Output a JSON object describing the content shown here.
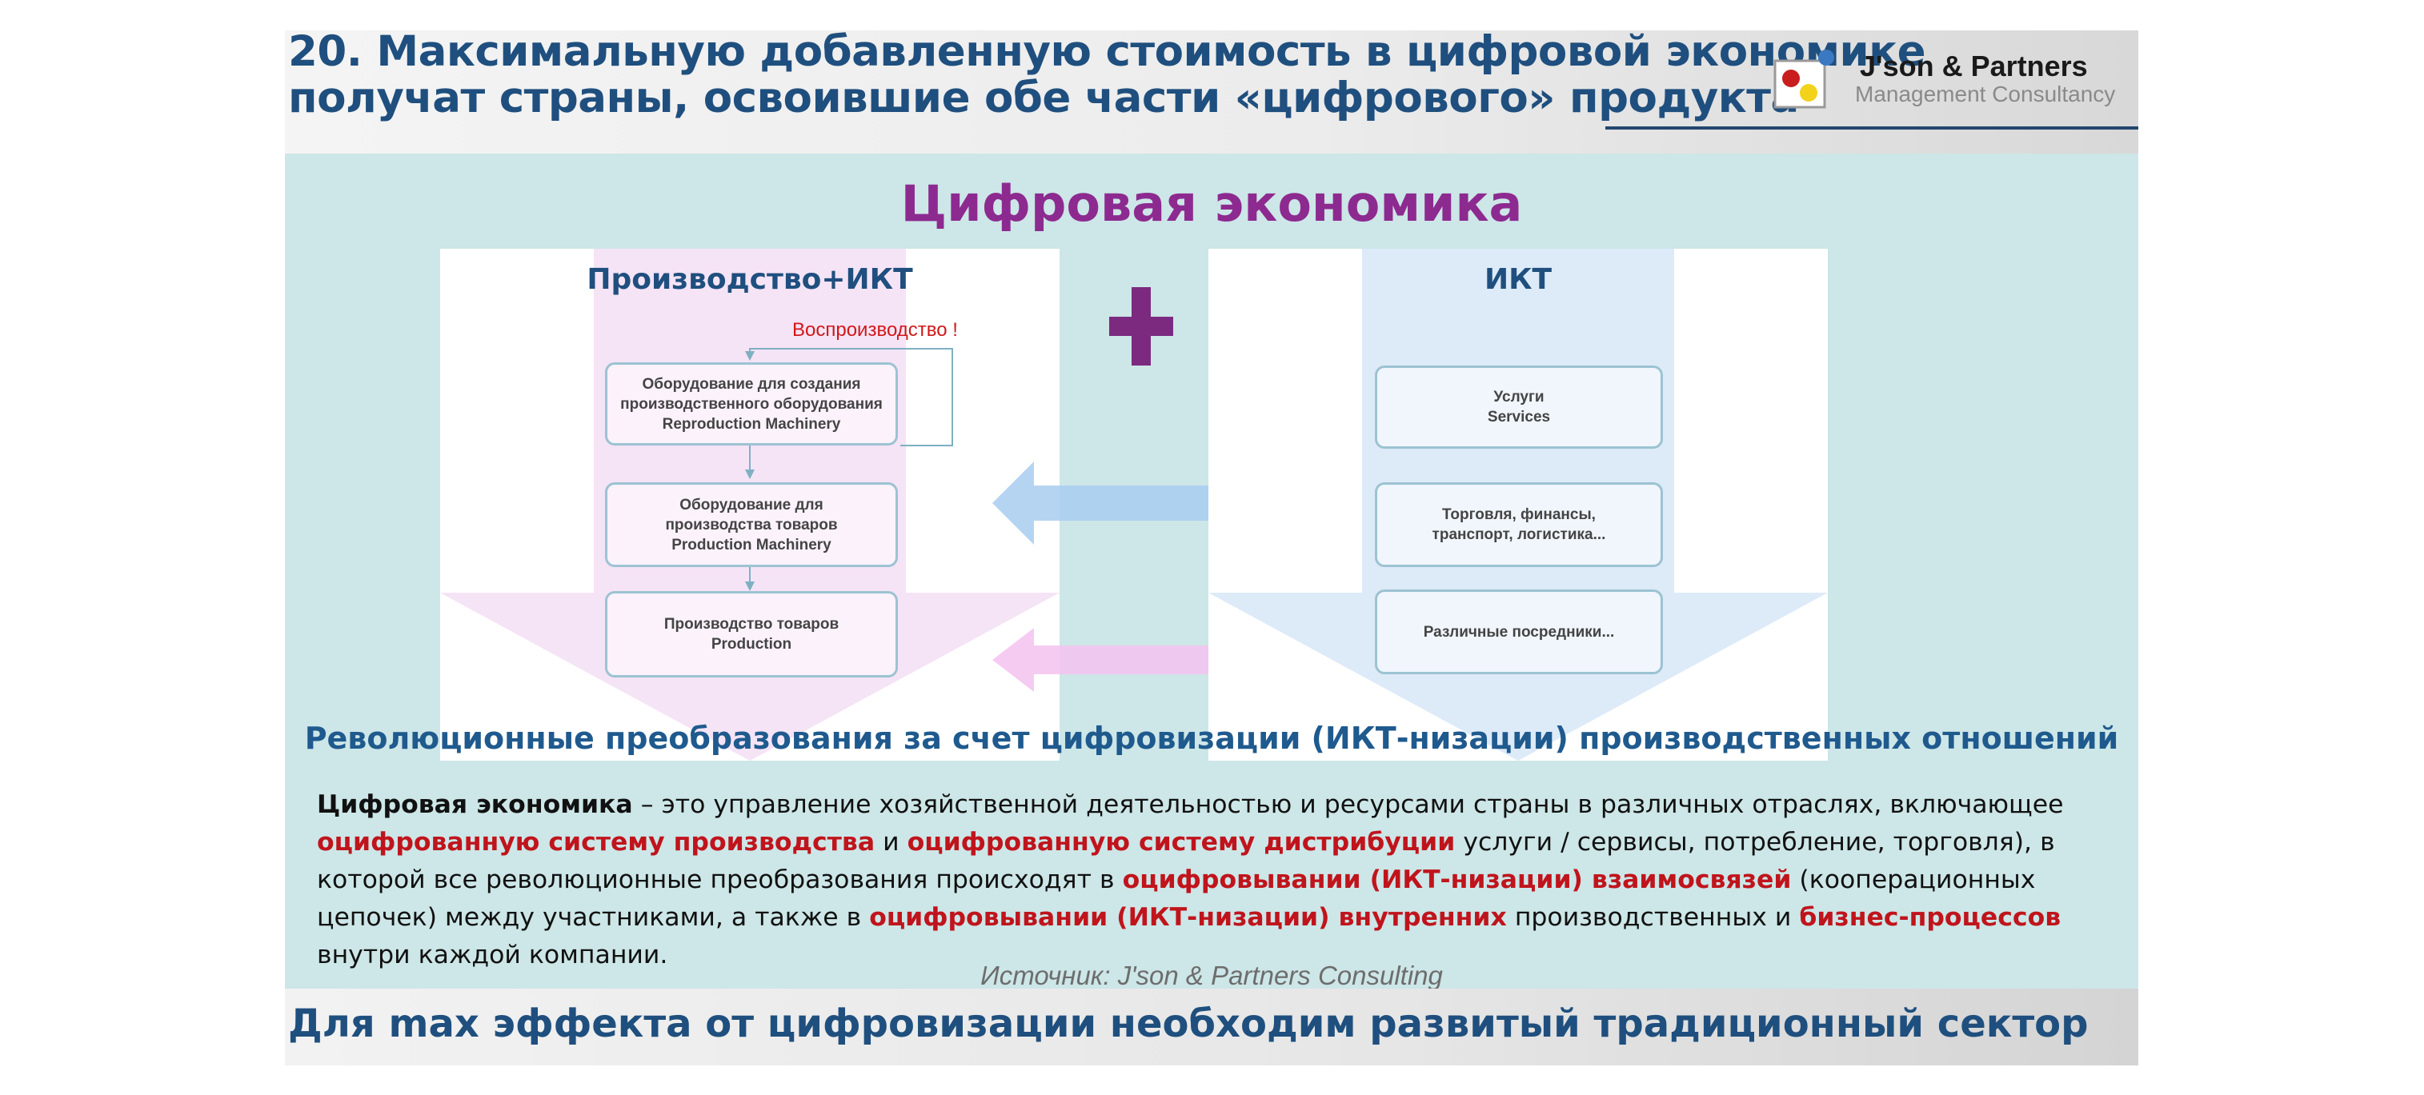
{
  "header": {
    "title_line1": "20. Максимальную добавленную стоимость в цифровой экономике",
    "title_line2": "получат страны, освоившие обе части «цифрового» продукта",
    "logo_name": "J'son & Partners",
    "logo_tagline": "Management Consultancy"
  },
  "headline": "Цифровая экономика",
  "left_panel": {
    "title": "Производство+ИКТ",
    "reproduction_label": "Воспроизводство !",
    "boxes": [
      {
        "line1": "Оборудование для создания",
        "line2": "производственного оборудования",
        "line3": "Reproduction Machinery"
      },
      {
        "line1": "Оборудование для",
        "line2": "производства товаров",
        "line3": "Production Machinery"
      },
      {
        "line1": "Производство товаров",
        "line2": "Production",
        "line3": ""
      }
    ]
  },
  "right_panel": {
    "title": "ИКТ",
    "boxes": [
      {
        "line1": "Услуги",
        "line2": "Services"
      },
      {
        "line1": "Торговля,  финансы,",
        "line2": "транспорт, логистика..."
      },
      {
        "line1": "Различные посредники...",
        "line2": ""
      }
    ]
  },
  "subtitle": "Революционные преобразования за счет цифровизации (ИКТ-низации) производственных отношений",
  "paragraph": {
    "p1_bold": "Цифровая экономика",
    "p2": " – это управление хозяйственной деятельностью и ресурсами страны в различных отраслях, включающее ",
    "p3_red": "оцифрованную систему производства",
    "p4": " и ",
    "p5_red": "оцифрованную систему дистрибуции",
    "p6": " услуги / сервисы, потребление, торговля), в которой все революционные преобразования происходят в ",
    "p7_red": "оцифровывании (ИКТ-низации) взаимосвязей",
    "p8": " (кооперационных цепочек) между участниками, а также в ",
    "p9_red": "оцифровывании (ИКТ-низации) внутренних",
    "p10": " производственных и ",
    "p11_red": "бизнес-процессов",
    "p12": " внутри каждой компании."
  },
  "source": "Источник: J'son & Partners Consulting",
  "footer": "Для max эффекта от цифровизации необходим развитый традиционный сектор",
  "colors": {
    "title_blue": "#1f4f7e",
    "headline_purple": "#8d2a90",
    "highlight_red": "#c0141c",
    "slide_bg": "#cde6e7"
  }
}
